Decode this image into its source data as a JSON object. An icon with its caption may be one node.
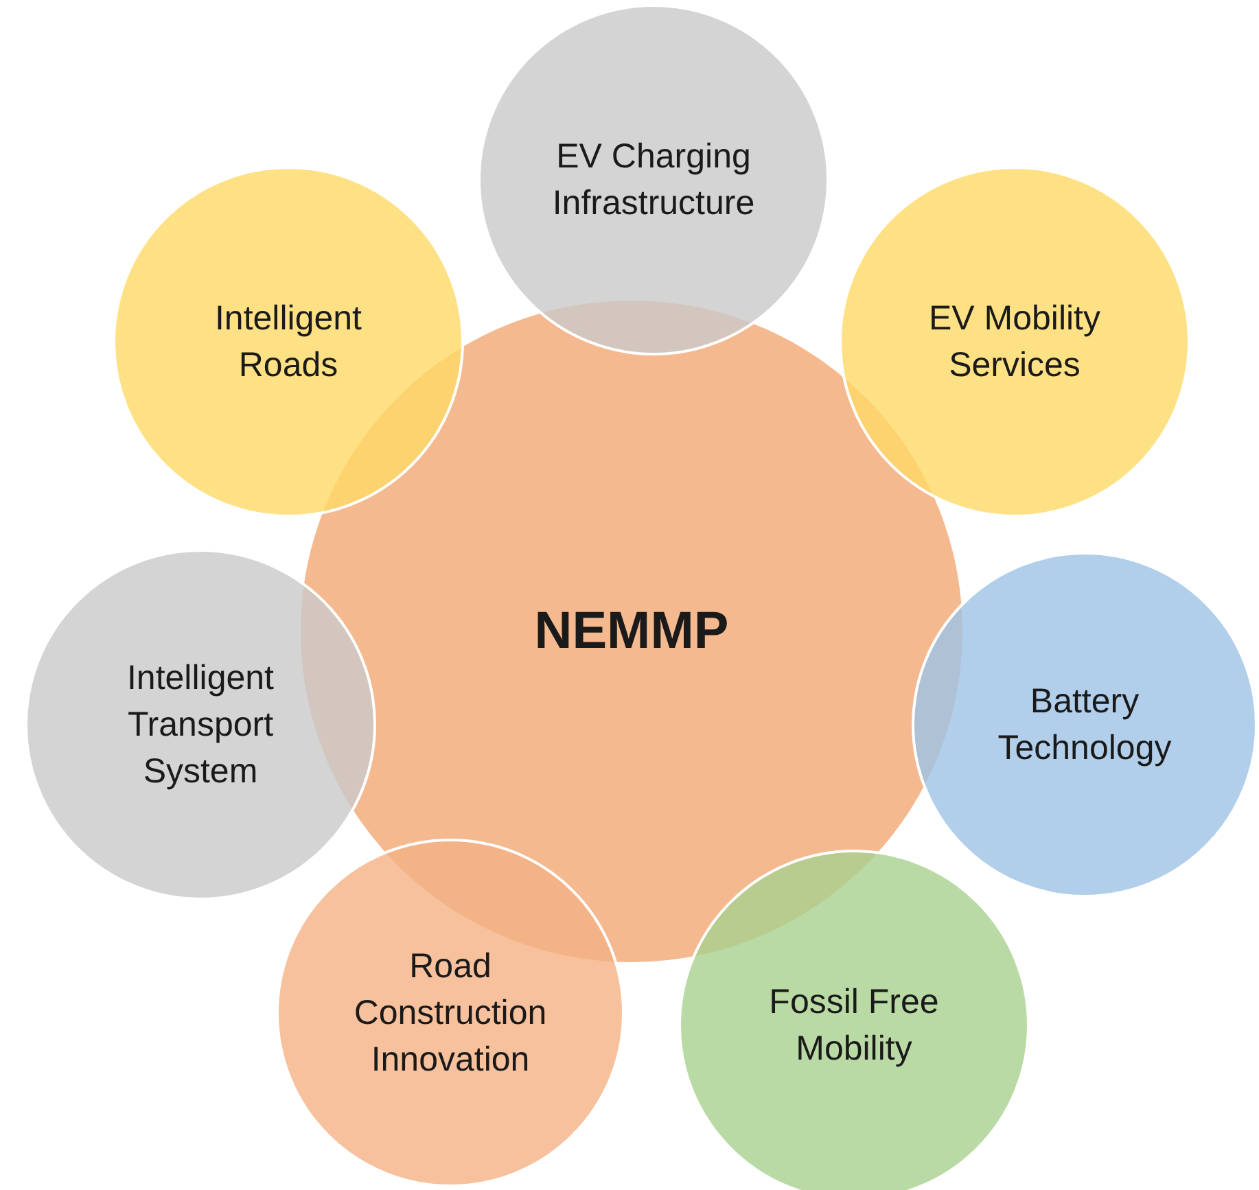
{
  "diagram": {
    "nodes": [
      {
        "text": [
          "NEMMP"
        ]
      },
      {
        "text": [
          "EV Charging Infrastructure"
        ]
      },
      {
        "text": [
          "EV Mobility Services"
        ]
      },
      {
        "text": [
          "Battery Technology"
        ]
      },
      {
        "text": [
          "Fossil Free Mobility"
        ]
      },
      {
        "text": [
          "Road Construction Innovation"
        ]
      },
      {
        "text": [
          "Intelligent Transport System"
        ]
      },
      {
        "text": [
          "Intelligent Roads"
        ]
      }
    ]
  }
}
